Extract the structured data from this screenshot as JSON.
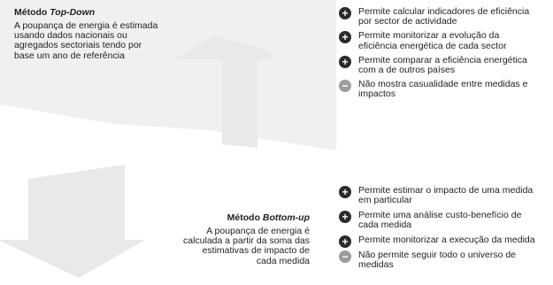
{
  "colors": {
    "panel": "#f0f0f0",
    "arrow": "#e9e9e9",
    "plus_bullet": "#2b2b2b",
    "minus_bullet": "#9d9d9d",
    "text": "#222222"
  },
  "top_down": {
    "title_prefix": "Método ",
    "title_emphasis": "Top-Down",
    "description": "A poupança de energia é estimada\nusando dados nacionais ou\nagregados sectoriais tendo por\nbase um ano de referência",
    "points": [
      {
        "icon": "plus-icon",
        "symbol": "+",
        "text": "Permite calcular indicadores de eficiência\npor sector de actividade"
      },
      {
        "icon": "plus-icon",
        "symbol": "+",
        "text": "Permite monitorizar a evolução da\neficiência energética de cada sector"
      },
      {
        "icon": "plus-icon",
        "symbol": "+",
        "text": "Permite comparar a eficiência energética\ncom a de outros países"
      },
      {
        "icon": "minus-icon",
        "symbol": "−",
        "text": "Não mostra casualidade entre medidas e\nimpactos"
      }
    ]
  },
  "bottom_up": {
    "title_prefix": "Método ",
    "title_emphasis": "Bottom-up",
    "description": "A poupança de energia é\ncalculada a partir da soma das\nestimativas de impacto de\ncada medida",
    "points": [
      {
        "icon": "plus-icon",
        "symbol": "+",
        "text": "Permite estimar o impacto de uma medida\nem particular"
      },
      {
        "icon": "plus-icon",
        "symbol": "+",
        "text": "Permite uma análise custo-benefício de\ncada medida"
      },
      {
        "icon": "plus-icon",
        "symbol": "+",
        "text": "Permite monitorizar a execução da medida"
      },
      {
        "icon": "minus-icon",
        "symbol": "−",
        "text": "Não permite seguir todo o universo de\nmedidas"
      }
    ]
  }
}
